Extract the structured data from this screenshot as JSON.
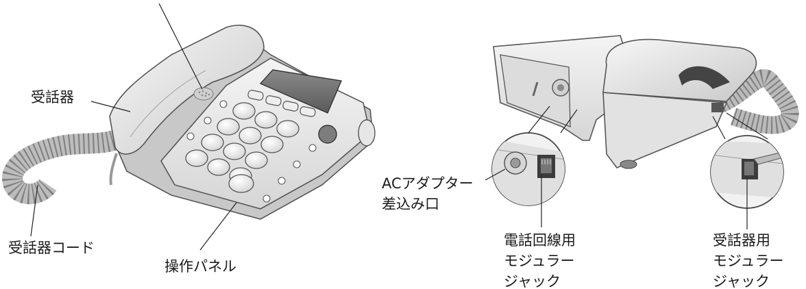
{
  "labels": {
    "handset": "受話器",
    "handset_cord": "受話器コード",
    "operation_panel": "操作パネル",
    "ac_adapter_jack": [
      "ACアダプター",
      "差込み口"
    ],
    "line_jack": [
      "電話回線用",
      "モジュラー",
      "ジャック"
    ],
    "handset_jack": [
      "受話器用",
      "モジュラー",
      "ジャック"
    ]
  }
}
